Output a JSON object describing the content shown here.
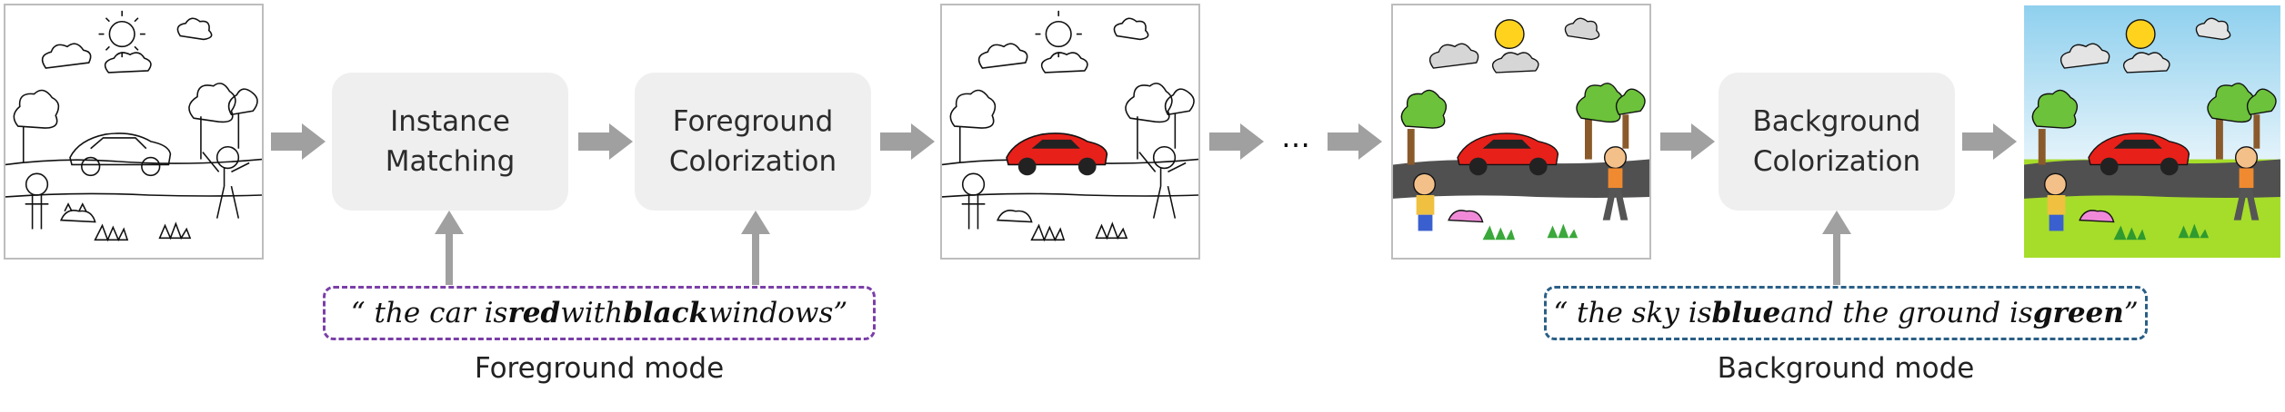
{
  "steps": {
    "instance_matching": [
      "Instance",
      "Matching"
    ],
    "foreground_colorization": [
      "Foreground",
      "Colorization"
    ],
    "background_colorization": [
      "Background",
      "Colorization"
    ]
  },
  "ellipsis": "…",
  "foreground_prompt": {
    "open": "“ the car is ",
    "word1": "red",
    "mid": " with ",
    "word2": "black",
    "close": " windows”",
    "border_color": "#7b3fa8"
  },
  "background_prompt": {
    "open": "“ the sky is ",
    "word1": "blue",
    "mid": " and the ground is ",
    "word2": "green",
    "close": "”",
    "border_color": "#2a5f86"
  },
  "modes": {
    "foreground": "Foreground mode",
    "background": "Background mode"
  },
  "colors": {
    "arrow": "#a0a0a0",
    "step_box": "#efefef",
    "car": "#e8201a",
    "tree": "#6cc23a",
    "road": "#505050",
    "sky": "#cfe9f7",
    "grass": "#a6dd2a",
    "sun": "#ffd21e",
    "cat": "#f08ad8"
  }
}
